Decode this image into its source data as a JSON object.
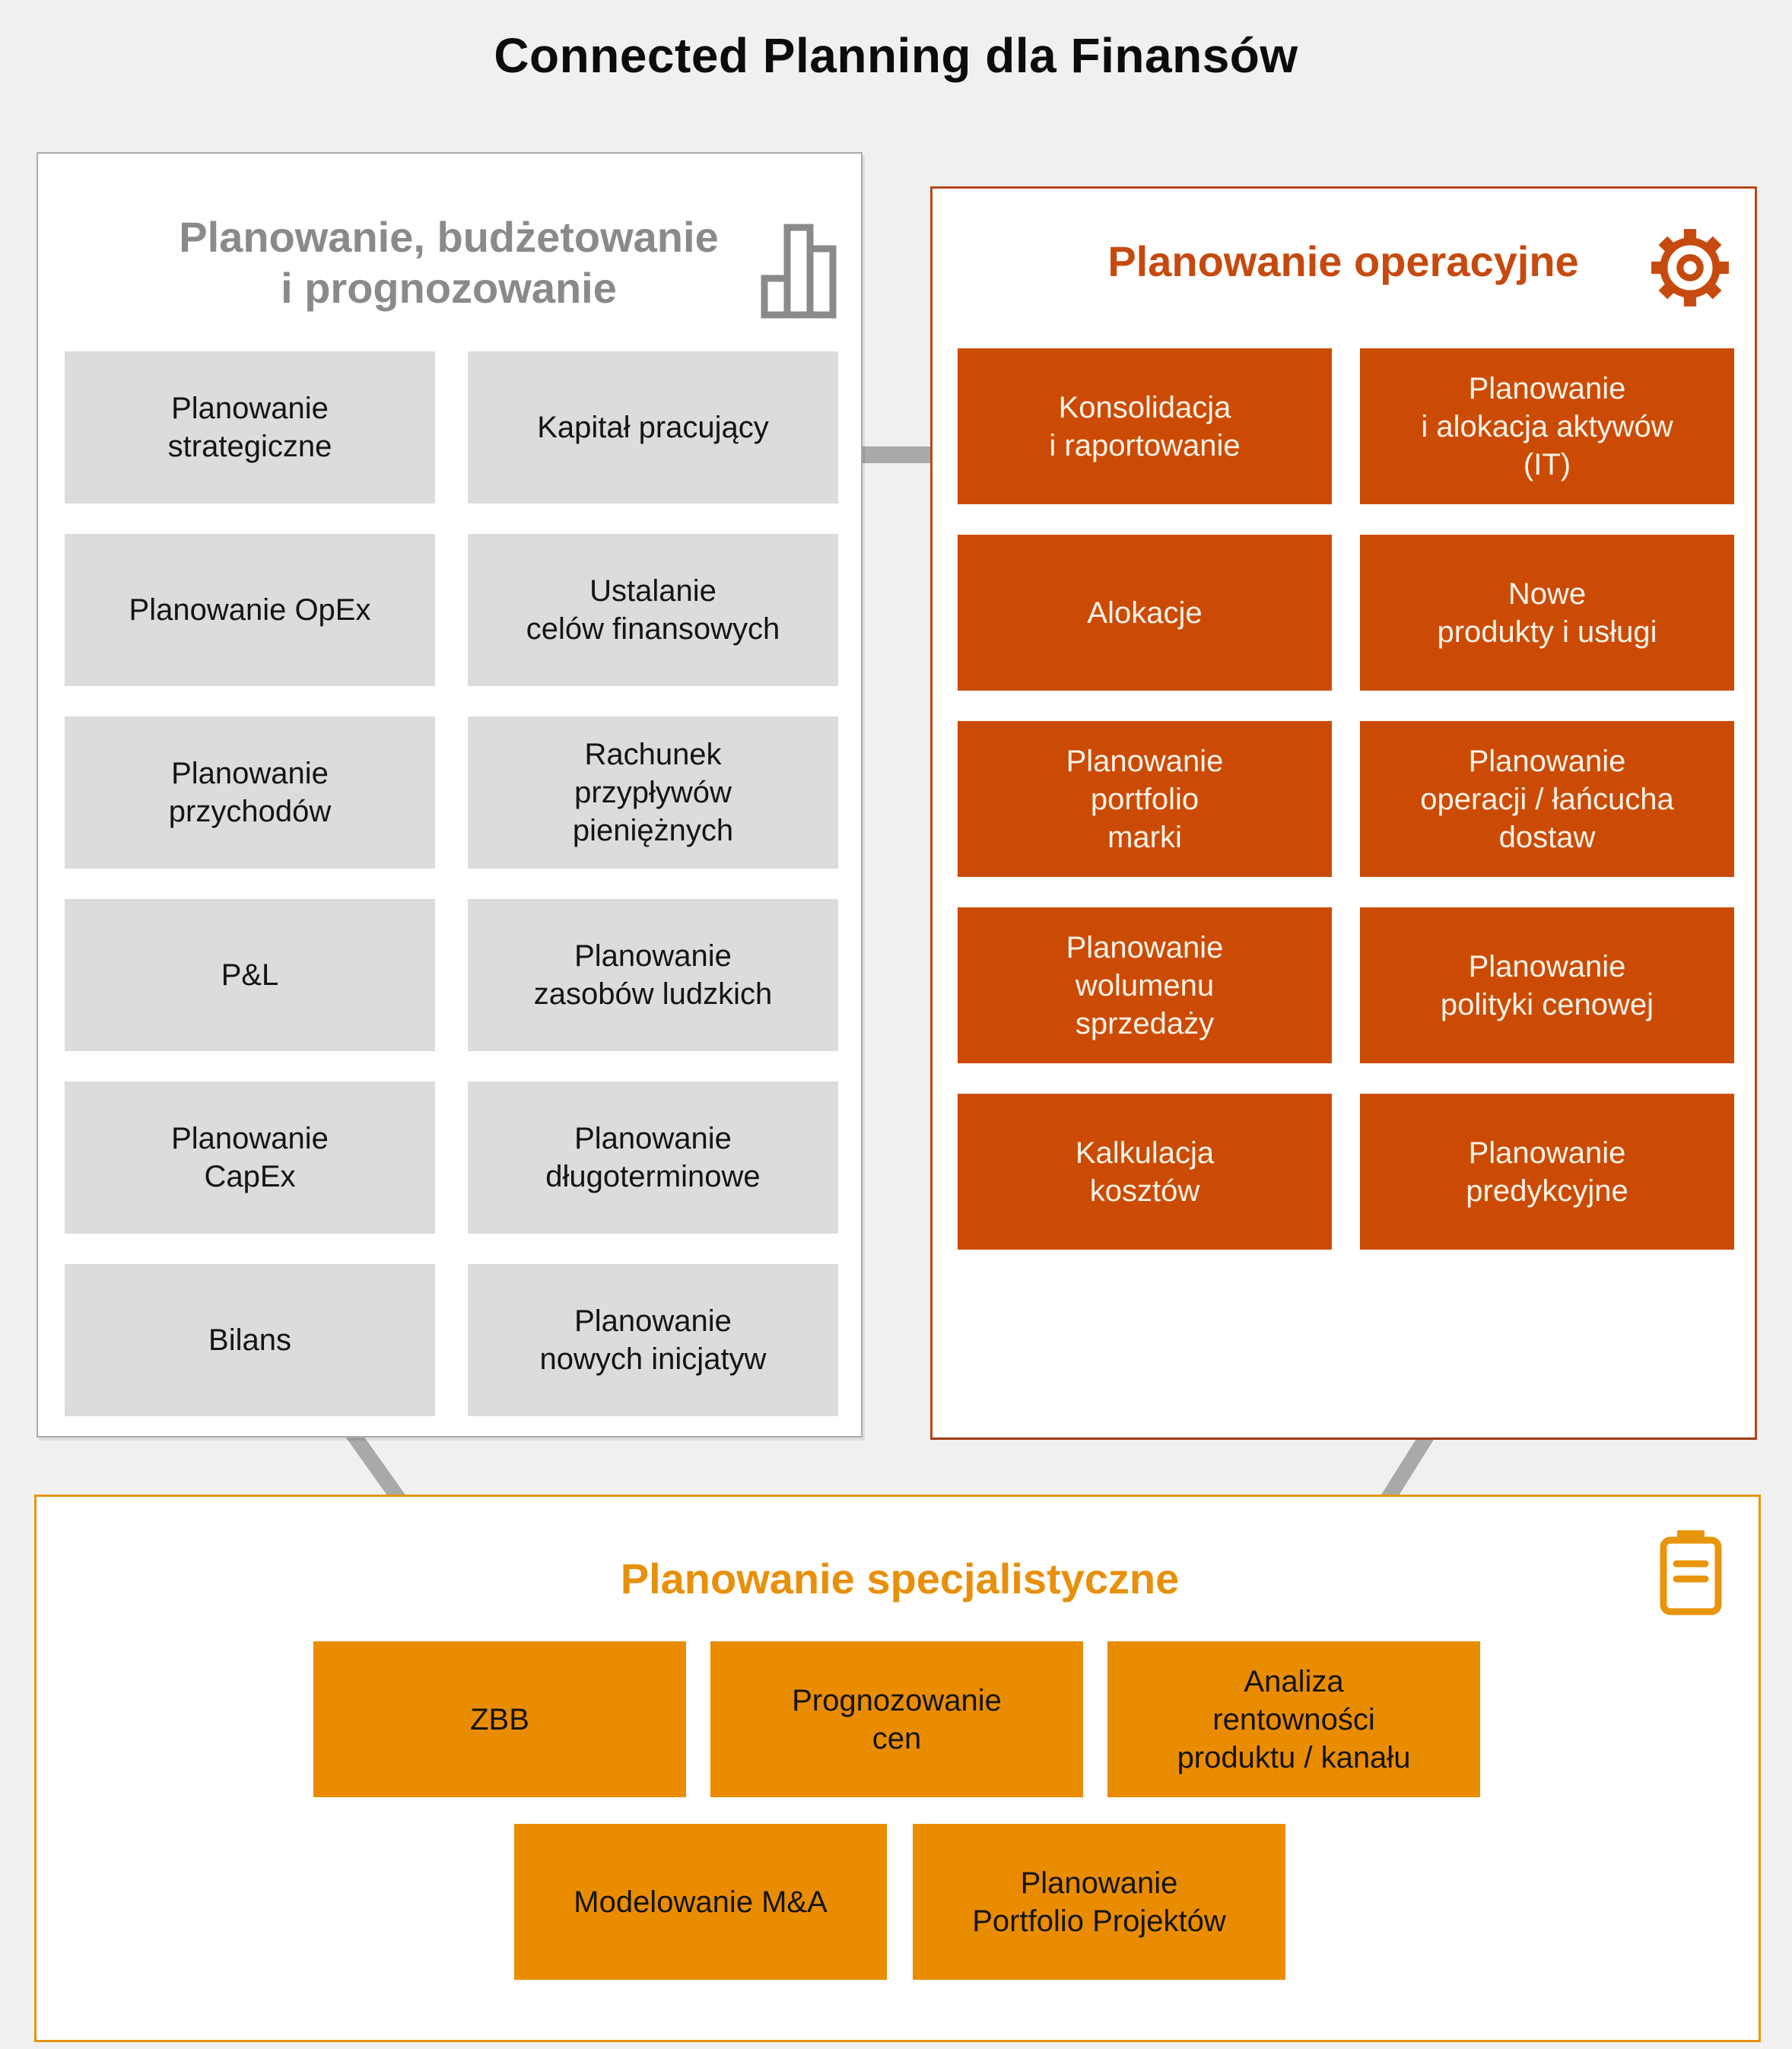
{
  "title": "Connected Planning dla Finansów",
  "left_panel": {
    "header": "Planowanie, budżetowanie\ni prognozowanie",
    "icon": "bar-chart-icon",
    "boxes": [
      "Planowanie\nstrategiczne",
      "Kapitał pracujący",
      "Planowanie OpEx",
      "Ustalanie\ncelów finansowych",
      "Planowanie\nprzychodów",
      "Rachunek\nprzypływów\npieniężnych",
      "P&L",
      "Planowanie\nzasobów ludzkich",
      "Planowanie\nCapEx",
      "Planowanie\ndługoterminowe",
      "Bilans",
      "Planowanie\nnowych inicjatyw"
    ]
  },
  "right_panel": {
    "header": "Planowanie operacyjne",
    "icon": "gear-icon",
    "boxes": [
      "Konsolidacja\ni raportowanie",
      "Planowanie\ni alokacja aktywów\n(IT)",
      "Alokacje",
      "Nowe\nprodukty i usługi",
      "Planowanie\nportfolio\nmarki",
      "Planowanie\noperacji / łańcucha\ndostaw",
      "Planowanie\nwolumenu\nsprzedaży",
      "Planowanie\npolityki cenowej",
      "Kalkulacja\nkosztów",
      "Planowanie\npredykcyjne"
    ]
  },
  "bottom_panel": {
    "header": "Planowanie specjalistyczne",
    "icon": "clipboard-icon",
    "boxes": [
      "ZBB",
      "Prognozowanie\ncen",
      "Analiza\nrentowności\nproduktu / kanału",
      "Modelowanie M&A",
      "Planowanie\nPortfolio Projektów"
    ]
  },
  "colors": {
    "page_background": "#F0F0F0",
    "gray_box": "#DCDCDC",
    "dark_orange_box": "#CC4B04",
    "light_orange_box": "#EA8C00",
    "left_header_gray": "#8A8A8A",
    "operational_header_orange": "#C64A0E",
    "specialist_header_orange": "#E8900A",
    "connector_gray": "#A9A9A9"
  }
}
